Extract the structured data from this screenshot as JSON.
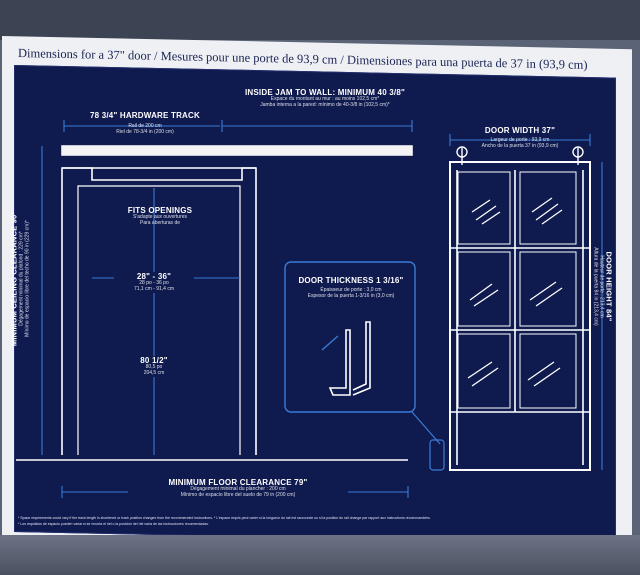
{
  "title": "Dimensions for a 37\" door / Mesures pour une porte de 93,9 cm / Dimensiones para una puerta de 37 in (93,9 cm)",
  "inside_jam": {
    "label": "INSIDE JAM TO WALL: MINIMUM 40 3/8\"",
    "fr": "Espace du montant au mur : au moins 102,5 cm*",
    "es": "Jamba interna a la pared: mínimo de 40-3/8 in (102,5 cm)*"
  },
  "hardware_track": {
    "label": "78 3/4\" HARDWARE TRACK",
    "fr": "Rail de 200 cm",
    "es": "Riel de 78-3/4 in (200 cm)"
  },
  "door_width": {
    "label": "DOOR WIDTH 37\"",
    "fr": "Largeur de porte : 93,9 cm",
    "es": "Ancho de la puerta 37 in (93,9 cm)"
  },
  "fits_openings": {
    "label": "FITS OPENINGS",
    "fr": "S'adapte aux ouvertures",
    "es": "Para aberturas de"
  },
  "opening_width": {
    "label": "28\" - 36\"",
    "fr": "28 po - 36 po",
    "es": "71,1 cm - 91,4 cm"
  },
  "opening_height": {
    "label": "80 1/2\"",
    "fr": "80,5 po",
    "es": "204,5 cm"
  },
  "door_thickness": {
    "label": "DOOR THICKNESS 1 3/16\"",
    "fr": "Épaisseur de porte : 3,0 cm",
    "es": "Espesor de la puerta 1-3/16 in (3,0 cm)"
  },
  "ceiling": {
    "label": "MINIMUM CEILING CLEARANCE 90\"",
    "fr": "Dégagement minimal du plafond : 229 cm*",
    "es": "Mínimo de espacio libre del techo de 90 in (229 cm)*"
  },
  "floor": {
    "label": "MINIMUM FLOOR CLEARANCE 79\"",
    "fr": "Dégagement minimal du plancher : 200 cm",
    "es": "Mínimo de espacio libre del suelo de 79 in (200 cm)"
  },
  "door_height": {
    "label": "DOOR HEIGHT 84\"",
    "fr": "Hauteur de porte : 213,4 cm",
    "es": "Altura de la puerta 84 in (213,4 cm)"
  },
  "footnotes": [
    "* Space requirements could vary if the track length is shortened or track position changes from the recommended instructions. * L'espace requis peut varier si la longueur du rail est raccourcie ou si la position du rail change par rapport aux instructions recommandées.",
    "* Los requisitos de espacio pueden variar si se recorta el riel o la posición del riel varía de las instrucciones recomendadas."
  ],
  "colors": {
    "board": "#0f1a4f",
    "line": "#ffffff",
    "accent": "#3a7bd5"
  }
}
